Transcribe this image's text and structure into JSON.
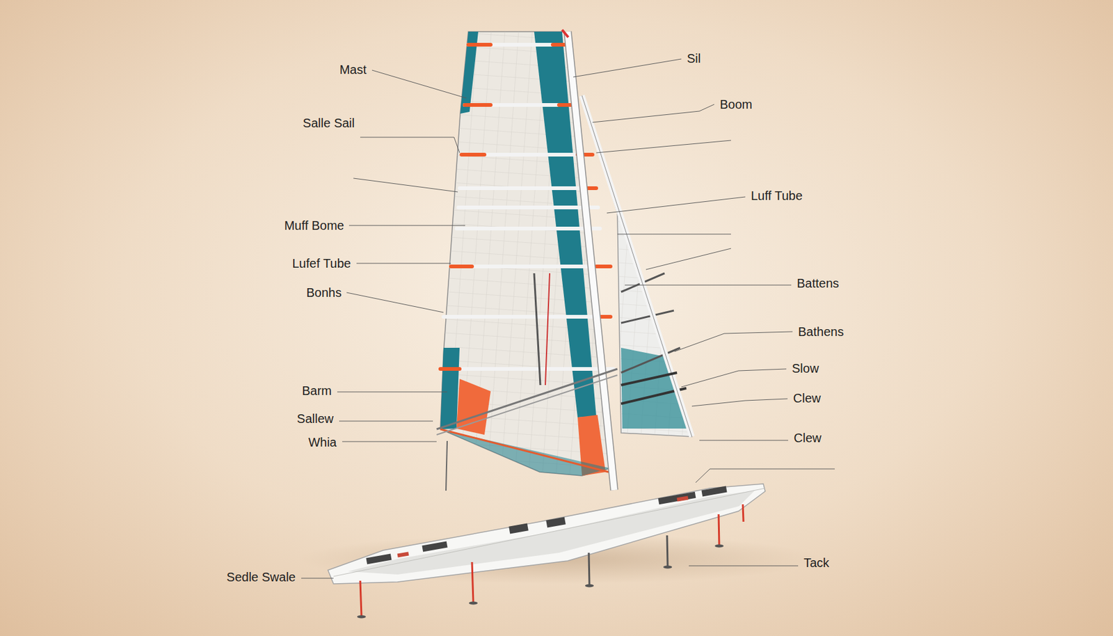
{
  "diagram": {
    "labels": [
      "Mast",
      "Sil",
      "Salle Sail",
      "Boom",
      "Luff Tube",
      "Muff Bome",
      "Lufef Tube",
      "Battens",
      "Bonhs",
      "Bathens",
      "Slow",
      "Barm",
      "Clew",
      "Sallew",
      "Clew",
      "Whia",
      "Tack",
      "Sedle Swale"
    ]
  }
}
